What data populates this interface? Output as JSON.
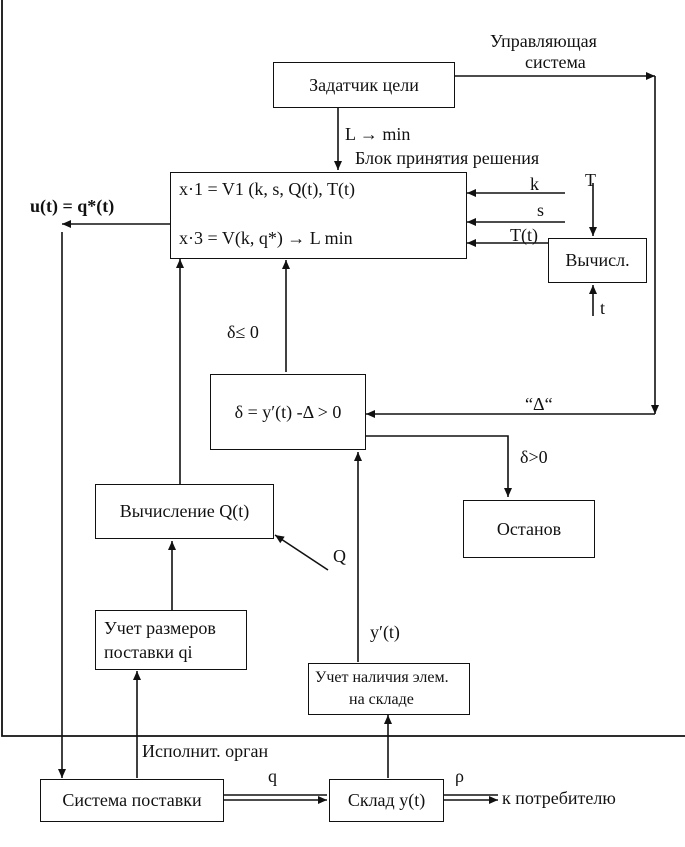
{
  "labels": {
    "control_system": "Управляющая",
    "control_system_2": "система",
    "goal_setter": "Задатчик цели",
    "l_to_min": "L → min",
    "decision_block": "Блок принятия решения",
    "eq1": "x·1 = V1 (k, s, Q(t), T(t)",
    "eq2": "x·3 = V(k, q*) → L min",
    "u_of_t": "u(t) = q*(t)",
    "k": "k",
    "s": "s",
    "T": "T",
    "T_of_t": "T(t)",
    "compute": "Вычисл.",
    "t": "t",
    "delta_le": "δ≤ 0",
    "delta_block": "δ = y′(t) -Δ > 0",
    "delta_quote": "“Δ“",
    "delta_gt": "δ>0",
    "stop": "Останов",
    "calc_q": "Вычисление Q(t)",
    "Q": "Q",
    "record_sizes_1": "Учет размеров",
    "record_sizes_2": "поставки  qi",
    "y_prime": "y′(t)",
    "record_stock_1": "Учет наличия элем.",
    "record_stock_2": "на складе",
    "executor": "Исполнит. орган",
    "supply_system": "Система поставки",
    "q": "q",
    "warehouse": "Склад  y(t)",
    "rho": "ρ",
    "to_consumer": "к потребителю"
  }
}
